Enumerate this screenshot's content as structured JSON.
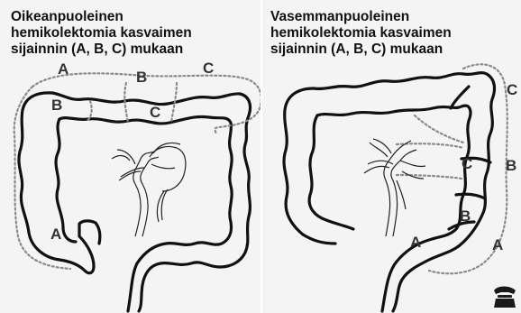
{
  "left_panel": {
    "title_lines": [
      "Oikeanpuoleinen",
      "hemikolektomia  kasvaimen",
      "sijainnin  (A, B, C) mukaan"
    ],
    "labels": {
      "A_top": "A",
      "B_top": "B",
      "C_top": "C",
      "B_inner": "B",
      "C_inner": "C",
      "A_lower": "A"
    }
  },
  "right_panel": {
    "title_lines": [
      "Vasemmanpuoleinen",
      "hemikolektomia kasvaimen",
      "sijainnin (A, B, C) mukaan"
    ],
    "labels": {
      "C_outer": "C",
      "B_outer": "B",
      "A_outer": "A",
      "C_inner": "C",
      "B_inner": "B",
      "A_inner": "A"
    }
  },
  "colors": {
    "outline": "#111111",
    "resection": "#8a8a8a",
    "label": "#333333",
    "background": "#f4f4f4"
  },
  "icons": [
    "phone-logo-icon"
  ]
}
